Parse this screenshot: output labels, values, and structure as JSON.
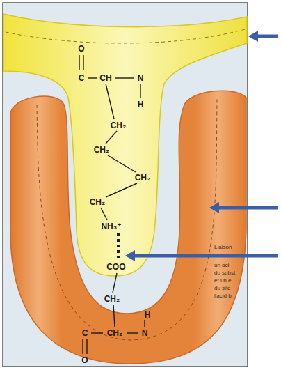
{
  "diagram": {
    "labels": [
      "O",
      "C",
      "CH",
      "N",
      "H",
      "CH₂",
      "CH₂",
      "CH₂",
      "CH₂",
      "NH₃⁺",
      "COO⁻",
      "CH₂",
      "H",
      "C",
      "CH₂",
      "N",
      "O",
      "Liaison",
      "un aci",
      "du subst",
      "et un é",
      "du site",
      "l'acid b"
    ]
  }
}
